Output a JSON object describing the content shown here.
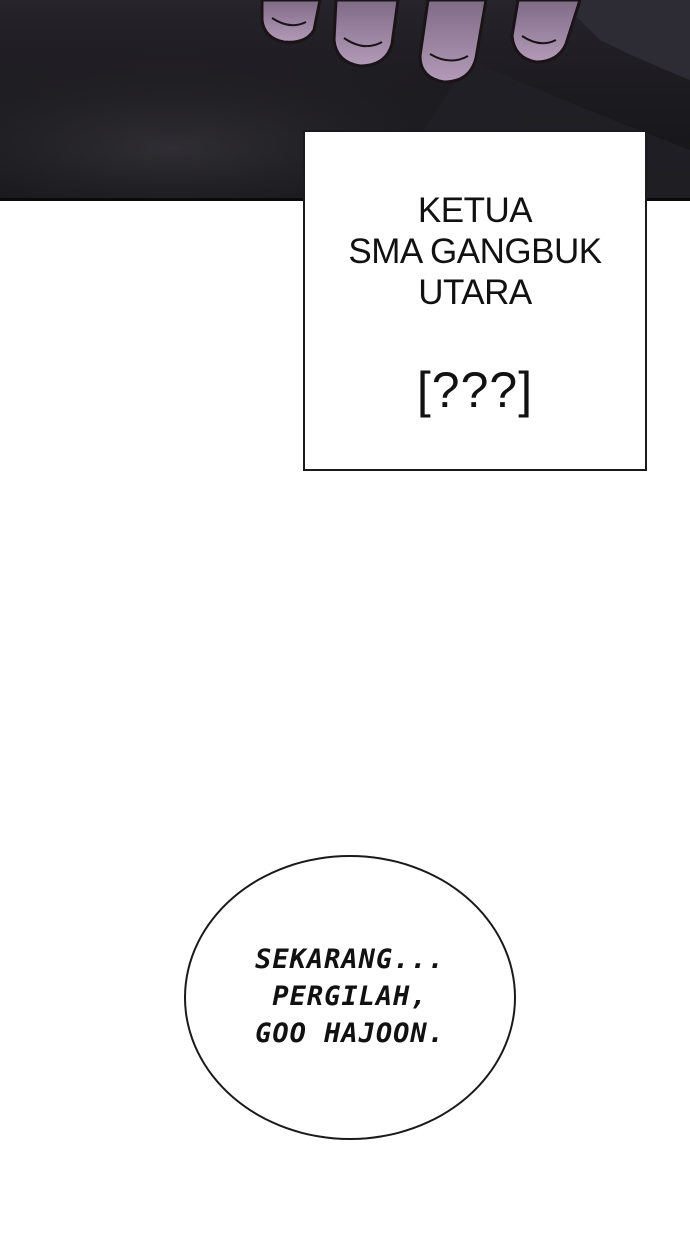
{
  "caption": {
    "title_lines": [
      "KETUA",
      "SMA GANGBUK",
      "UTARA"
    ],
    "name": "[???]"
  },
  "speech": {
    "lines": [
      "SEKARANG...",
      "PERGILAH,",
      "GOO HAJOON."
    ]
  },
  "illustration": {
    "subject": "hand-with-fingers",
    "colors": {
      "background": "#1c1b20",
      "skin": "#9f8aa6"
    }
  }
}
